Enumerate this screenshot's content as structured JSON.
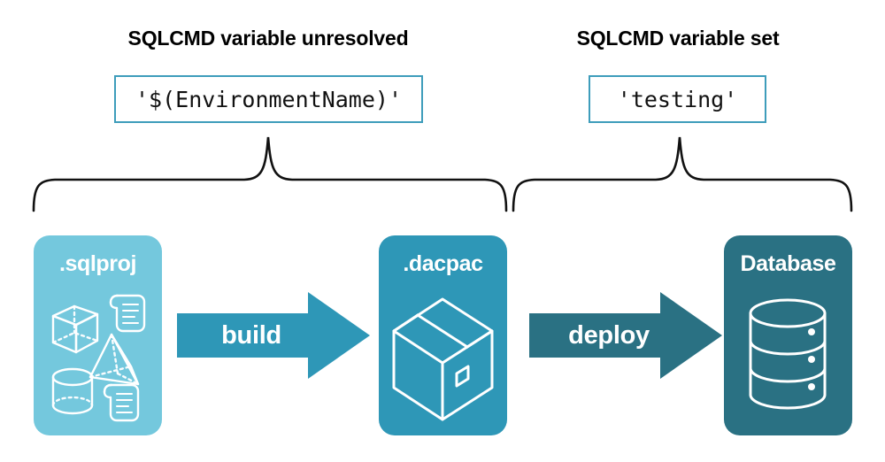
{
  "headings": {
    "left": "SQLCMD variable unresolved",
    "right": "SQLCMD variable set"
  },
  "code_values": {
    "left": "'$(EnvironmentName)'",
    "right": "'testing'"
  },
  "cards": [
    {
      "id": "sqlproj",
      "title": ".sqlproj",
      "color": "#74c8dd",
      "icons": [
        "cube-icon",
        "pyramid-icon",
        "cylinder-icon",
        "script-icon",
        "script-icon"
      ]
    },
    {
      "id": "dacpac",
      "title": ".dacpac",
      "color": "#2e97b7",
      "icons": [
        "package-box-icon"
      ]
    },
    {
      "id": "database",
      "title": "Database",
      "color": "#2a7183",
      "icons": [
        "database-cylinder-icon"
      ]
    }
  ],
  "arrows": [
    {
      "id": "build",
      "label": "build",
      "color": "#2e97b7"
    },
    {
      "id": "deploy",
      "label": "deploy",
      "color": "#2a7183"
    }
  ],
  "braces": [
    {
      "id": "left-brace",
      "spans": "sqlproj-to-dacpac"
    },
    {
      "id": "right-brace",
      "spans": "dacpac-to-database"
    }
  ],
  "colors": {
    "background": "#ffffff",
    "code_box_border": "#3e9dbb",
    "text": "#000000",
    "brace_stroke": "#111111",
    "icon_stroke": "#ffffff"
  }
}
